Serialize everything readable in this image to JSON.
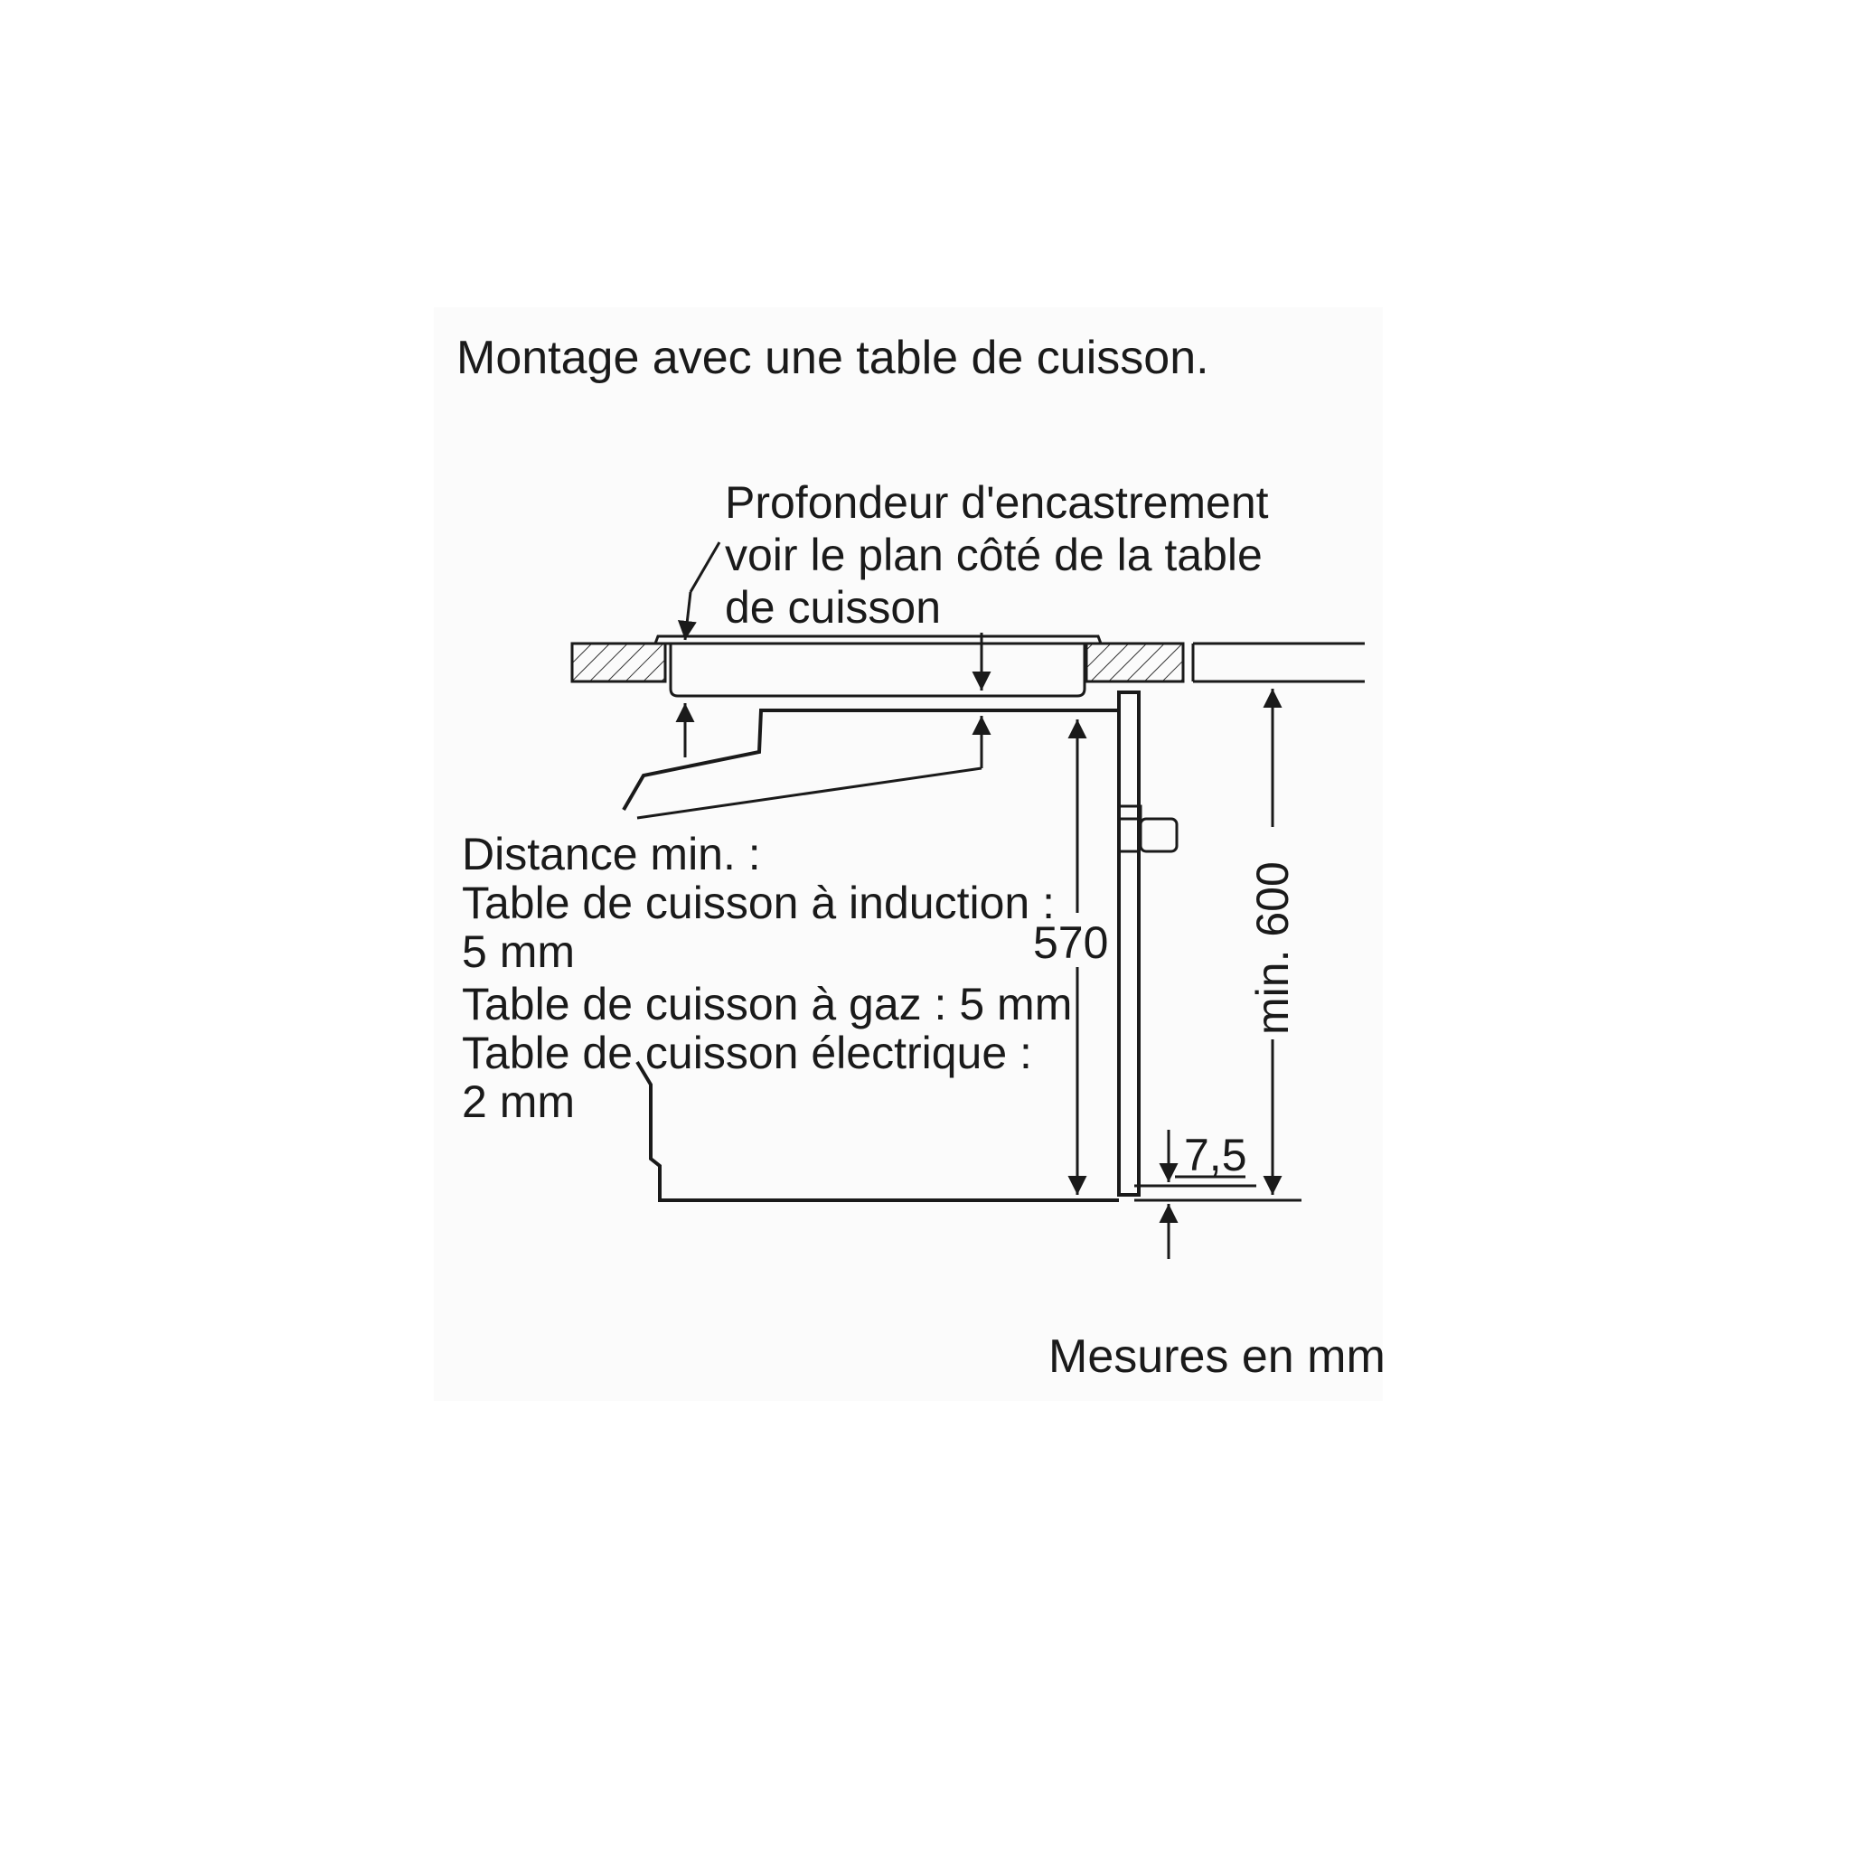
{
  "title": "Montage avec une table de cuisson.",
  "depth_note": [
    "Profondeur d'encastrement",
    "voir le plan côté de la table",
    "de cuisson"
  ],
  "distance_note": [
    "Distance min. :",
    "Table de cuisson à induction :",
    "5 mm",
    "Table de cuisson à gaz : 5 mm",
    "Table de cuisson électrique :",
    "2 mm"
  ],
  "dim_oven_height": "570",
  "dim_niche_height": "min. 600",
  "dim_gap": "7,5",
  "units_note": "Mesures en mm"
}
